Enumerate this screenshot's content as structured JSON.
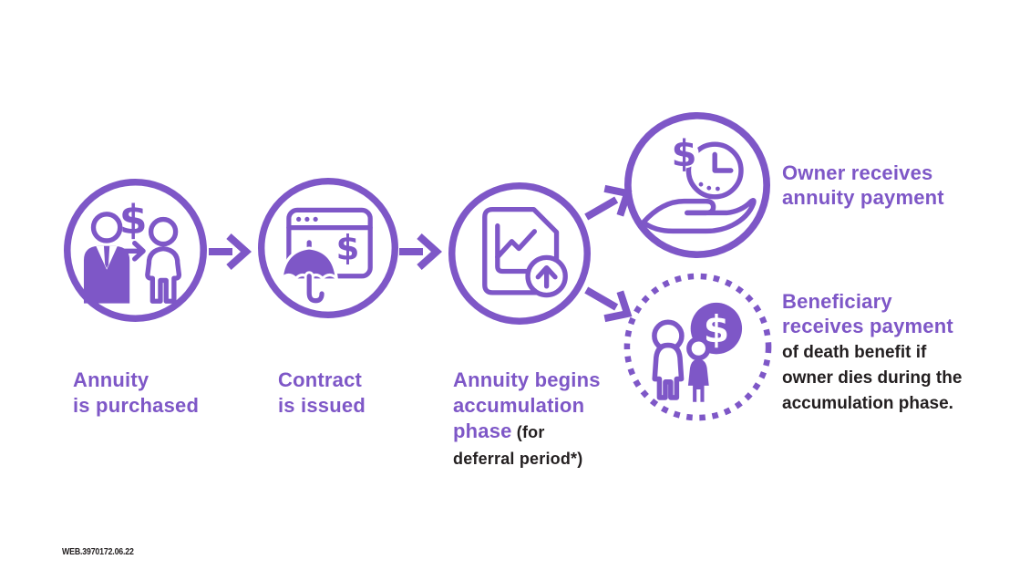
{
  "colors": {
    "purple": "#7e57c7",
    "ink": "#231f20",
    "background": "#ffffff"
  },
  "glyphs": {
    "dollar": "$"
  },
  "steps": [
    {
      "id": "annuity-purchased",
      "icon": "people-money-exchange-icon",
      "lines": [
        "Annuity",
        "is purchased"
      ]
    },
    {
      "id": "contract-issued",
      "icon": "browser-umbrella-icon",
      "lines": [
        "Contract",
        "is issued"
      ]
    },
    {
      "id": "accumulation-begins",
      "icon": "document-growth-chart-icon",
      "purple_line1": "Annuity begins",
      "purple_line2": "accumulation",
      "purple_line3": "phase",
      "black_suffix": " (for",
      "black_line2": "deferral period*)"
    }
  ],
  "outcomes": [
    {
      "id": "owner-receives-payment",
      "icon": "hand-holding-money-clock-icon",
      "title_line1": "Owner receives",
      "title_line2": "annuity payment"
    },
    {
      "id": "beneficiary-receives-payment",
      "icon": "beneficiary-family-money-icon",
      "title_line1": "Beneficiary",
      "title_line2": "receives payment",
      "body_line1": "of death benefit if",
      "body_line2": "owner dies during the",
      "body_line3": "accumulation phase."
    }
  ],
  "footer": {
    "code": "WEB.3970172.06.22"
  }
}
